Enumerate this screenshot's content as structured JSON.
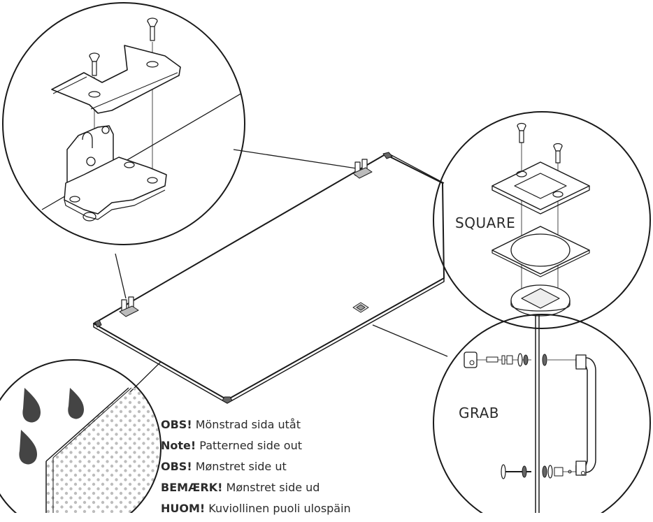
{
  "callouts": {
    "square_label": "SQUARE",
    "grab_label": "GRAB"
  },
  "notes": [
    {
      "bold": "OBS!",
      "text": " Mönstrad sida utåt"
    },
    {
      "bold": "Note!",
      "text": " Patterned side out"
    },
    {
      "bold": "OBS!",
      "text": " Mønstret side ut"
    },
    {
      "bold": "BEMÆRK!",
      "text": " Mønstret side ud"
    },
    {
      "bold": "HUOM!",
      "text": " Kuviollinen puoli ulospäin"
    }
  ],
  "colors": {
    "line": "#1a1a1a",
    "panel_edge": "#555555",
    "drop": "#444444",
    "dots": "#bdbdbd"
  }
}
